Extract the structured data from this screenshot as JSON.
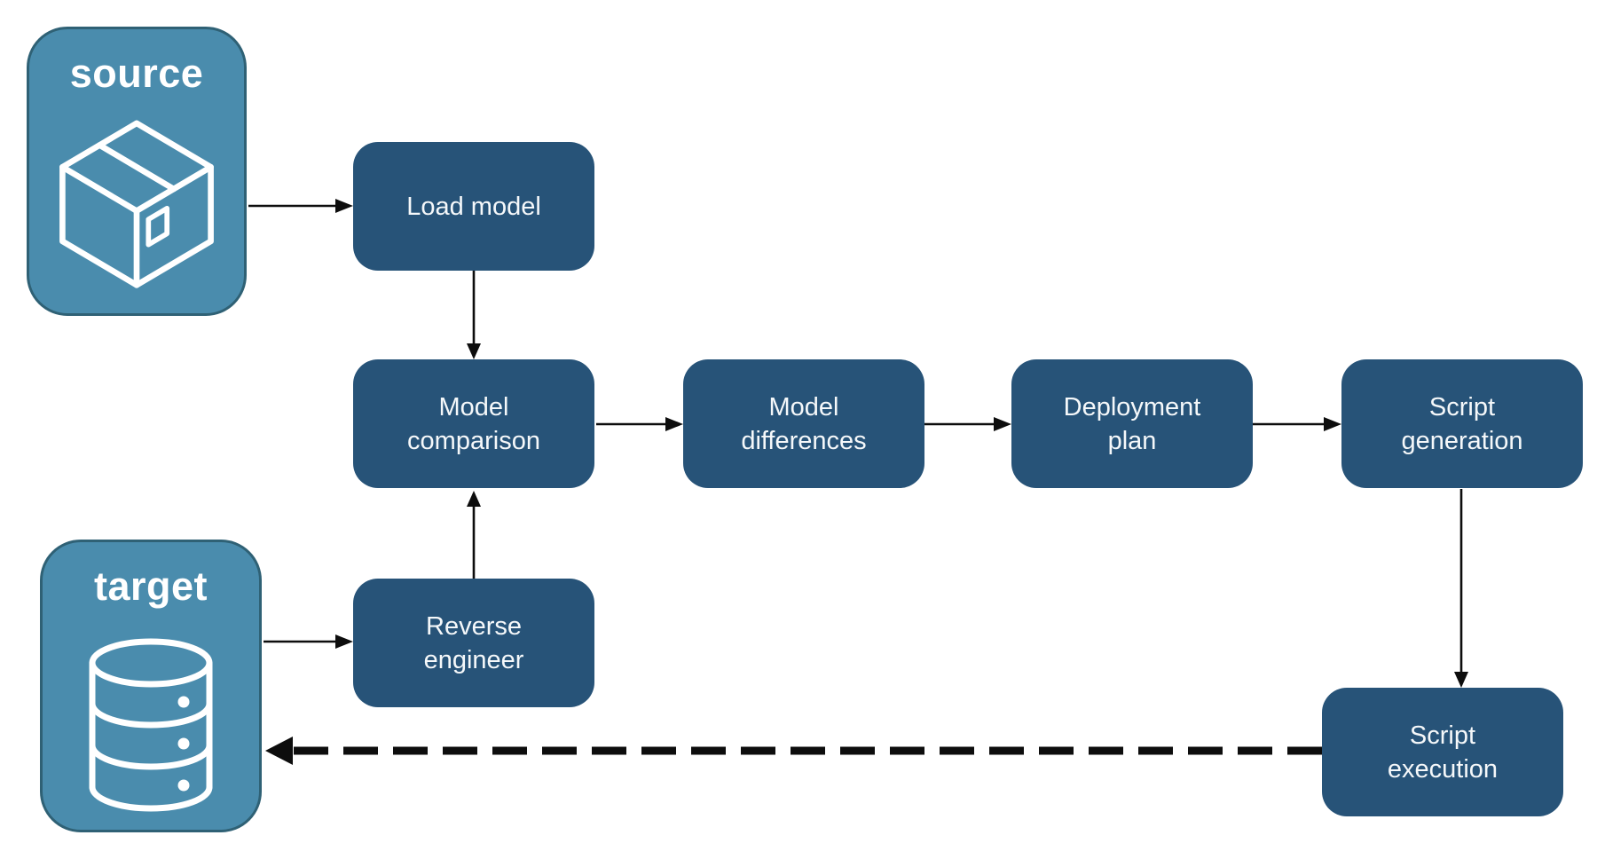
{
  "diagram": {
    "nodes": [
      {
        "id": "source",
        "label": "source",
        "type": "terminal",
        "icon": "package-icon"
      },
      {
        "id": "target",
        "label": "target",
        "type": "terminal",
        "icon": "database-icon"
      },
      {
        "id": "load-model",
        "label": "Load model",
        "type": "process"
      },
      {
        "id": "model-comparison",
        "label": "Model comparison",
        "type": "process"
      },
      {
        "id": "model-differences",
        "label": "Model differences",
        "type": "process"
      },
      {
        "id": "deployment-plan",
        "label": "Deployment plan",
        "type": "process"
      },
      {
        "id": "script-generation",
        "label": "Script generation",
        "type": "process"
      },
      {
        "id": "reverse-engineer",
        "label": "Reverse engineer",
        "type": "process"
      },
      {
        "id": "script-execution",
        "label": "Script execution",
        "type": "process"
      }
    ],
    "edges": [
      {
        "from": "source",
        "to": "load-model",
        "style": "solid"
      },
      {
        "from": "load-model",
        "to": "model-comparison",
        "style": "solid"
      },
      {
        "from": "model-comparison",
        "to": "model-differences",
        "style": "solid"
      },
      {
        "from": "model-differences",
        "to": "deployment-plan",
        "style": "solid"
      },
      {
        "from": "deployment-plan",
        "to": "script-generation",
        "style": "solid"
      },
      {
        "from": "script-generation",
        "to": "script-execution",
        "style": "solid"
      },
      {
        "from": "target",
        "to": "reverse-engineer",
        "style": "solid"
      },
      {
        "from": "reverse-engineer",
        "to": "model-comparison",
        "style": "solid"
      },
      {
        "from": "script-execution",
        "to": "target",
        "style": "dashed"
      }
    ],
    "colors": {
      "terminal_fill": "#4A8CAD",
      "terminal_border": "#2F6175",
      "process_fill": "#275378",
      "label_text": "#FFFFFF",
      "arrow": "#0D0D0D",
      "background": "#FFFFFF"
    }
  }
}
